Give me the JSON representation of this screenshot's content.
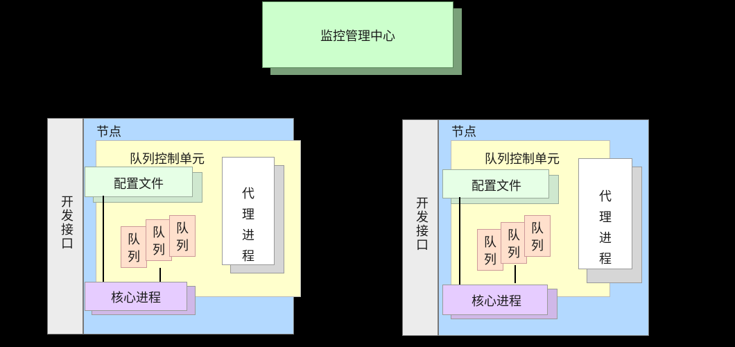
{
  "center": {
    "label": "监控管理中心"
  },
  "nodes": [
    {
      "dev_interface": "开发接口",
      "node_label": "节点",
      "qcu_label": "队列控制单元",
      "config_label": "配置文件",
      "queue_label": "队列",
      "agent_label": "代理进程",
      "core_label": "核心进程"
    },
    {
      "dev_interface": "开发接口",
      "node_label": "节点",
      "qcu_label": "队列控制单元",
      "config_label": "配置文件",
      "queue_label": "队列",
      "agent_label": "代理进程",
      "core_label": "核心进程"
    }
  ],
  "colors": {
    "center_fill": "#ccffcc",
    "node_fill": "#b3d9ff",
    "interface_fill": "#ececec",
    "qcu_fill": "#ffffcc",
    "config_fill": "#e6ffe6",
    "queue_fill": "#ffe0cc",
    "agent_fill": "#ffffff",
    "core_fill": "#e6ccff"
  }
}
